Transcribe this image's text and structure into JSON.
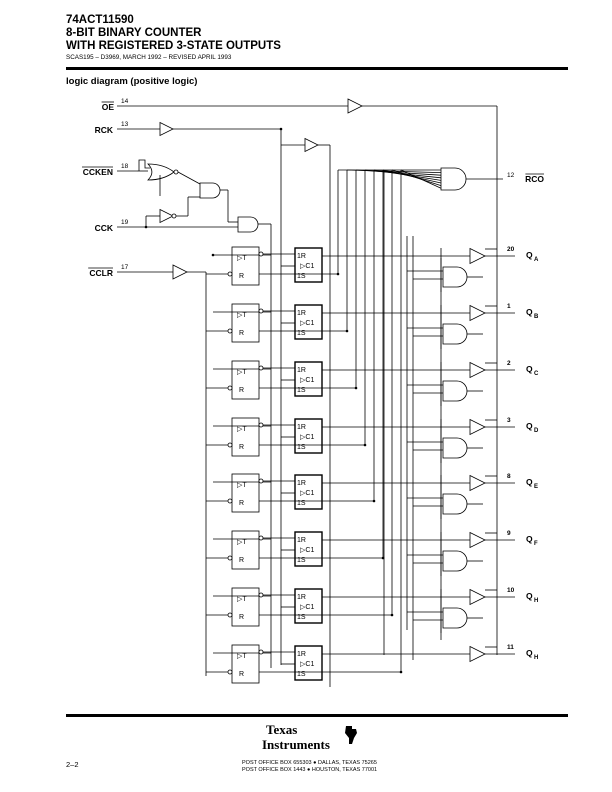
{
  "header": {
    "part_number": "74ACT11590",
    "title_line1": "8-BIT BINARY COUNTER",
    "title_line2": "WITH REGISTERED 3-STATE OUTPUTS",
    "doc_ref": "SCAS195 – D3969, MARCH 1992 – REVISED APRIL 1993"
  },
  "section_title": "logic diagram (positive logic)",
  "inputs": [
    {
      "name": "OE",
      "pin": "14",
      "overbar": true
    },
    {
      "name": "RCK",
      "pin": "13",
      "overbar": false
    },
    {
      "name": "CCKEN",
      "pin": "18",
      "overbar": true
    },
    {
      "name": "CCK",
      "pin": "19",
      "overbar": false
    },
    {
      "name": "CCLR",
      "pin": "17",
      "overbar": true
    }
  ],
  "rco": {
    "name": "RCO",
    "pin": "12",
    "overbar": true
  },
  "flipflop_labels": {
    "t": "T",
    "r": "R",
    "reset": "1R",
    "clock": "C1",
    "set": "1S"
  },
  "outputs": [
    {
      "name": "Q",
      "sub": "A",
      "pin": "20"
    },
    {
      "name": "Q",
      "sub": "B",
      "pin": "1"
    },
    {
      "name": "Q",
      "sub": "C",
      "pin": "2"
    },
    {
      "name": "Q",
      "sub": "D",
      "pin": "3"
    },
    {
      "name": "Q",
      "sub": "E",
      "pin": "8"
    },
    {
      "name": "Q",
      "sub": "F",
      "pin": "9"
    },
    {
      "name": "Q",
      "sub": "H",
      "pin": "10"
    },
    {
      "name": "Q",
      "sub": "H",
      "pin": "11"
    }
  ],
  "footer": {
    "page": "2–2",
    "logo_line1": "Texas",
    "logo_line2": "Instruments",
    "address_line1": "POST OFFICE BOX 655303 ● DALLAS, TEXAS 75265",
    "address_line2": "POST OFFICE BOX 1443 ● HOUSTON, TEXAS 77001"
  }
}
